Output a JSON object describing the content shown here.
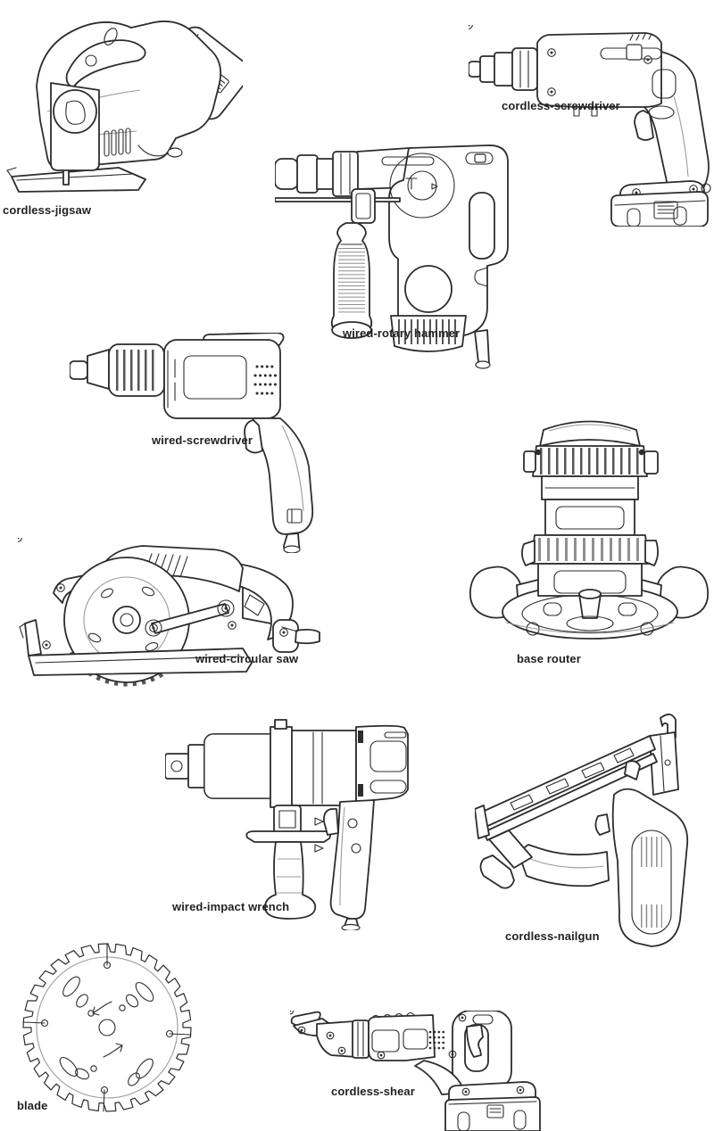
{
  "page": {
    "background": "#ffffff",
    "ink_color": "#2d2d2d",
    "secondary_line_color": "#9b9b9b",
    "label_color": "#231f20"
  },
  "items": [
    {
      "id": "cordless-jigsaw",
      "label": "cordless-jigsaw"
    },
    {
      "id": "cordless-screwdriver",
      "label": "cordless-screwdriver"
    },
    {
      "id": "wired-rotary-hammer",
      "label": "wired-rotary hammer"
    },
    {
      "id": "wired-screwdriver",
      "label": "wired-screwdriver"
    },
    {
      "id": "wired-circular-saw",
      "label": "wired-circular saw"
    },
    {
      "id": "base-router",
      "label": "base router"
    },
    {
      "id": "wired-impact-wrench",
      "label": "wired-impact wrench"
    },
    {
      "id": "cordless-nailgun",
      "label": "cordless-nailgun"
    },
    {
      "id": "blade",
      "label": "blade"
    },
    {
      "id": "cordless-shear",
      "label": "cordless-shear"
    }
  ]
}
